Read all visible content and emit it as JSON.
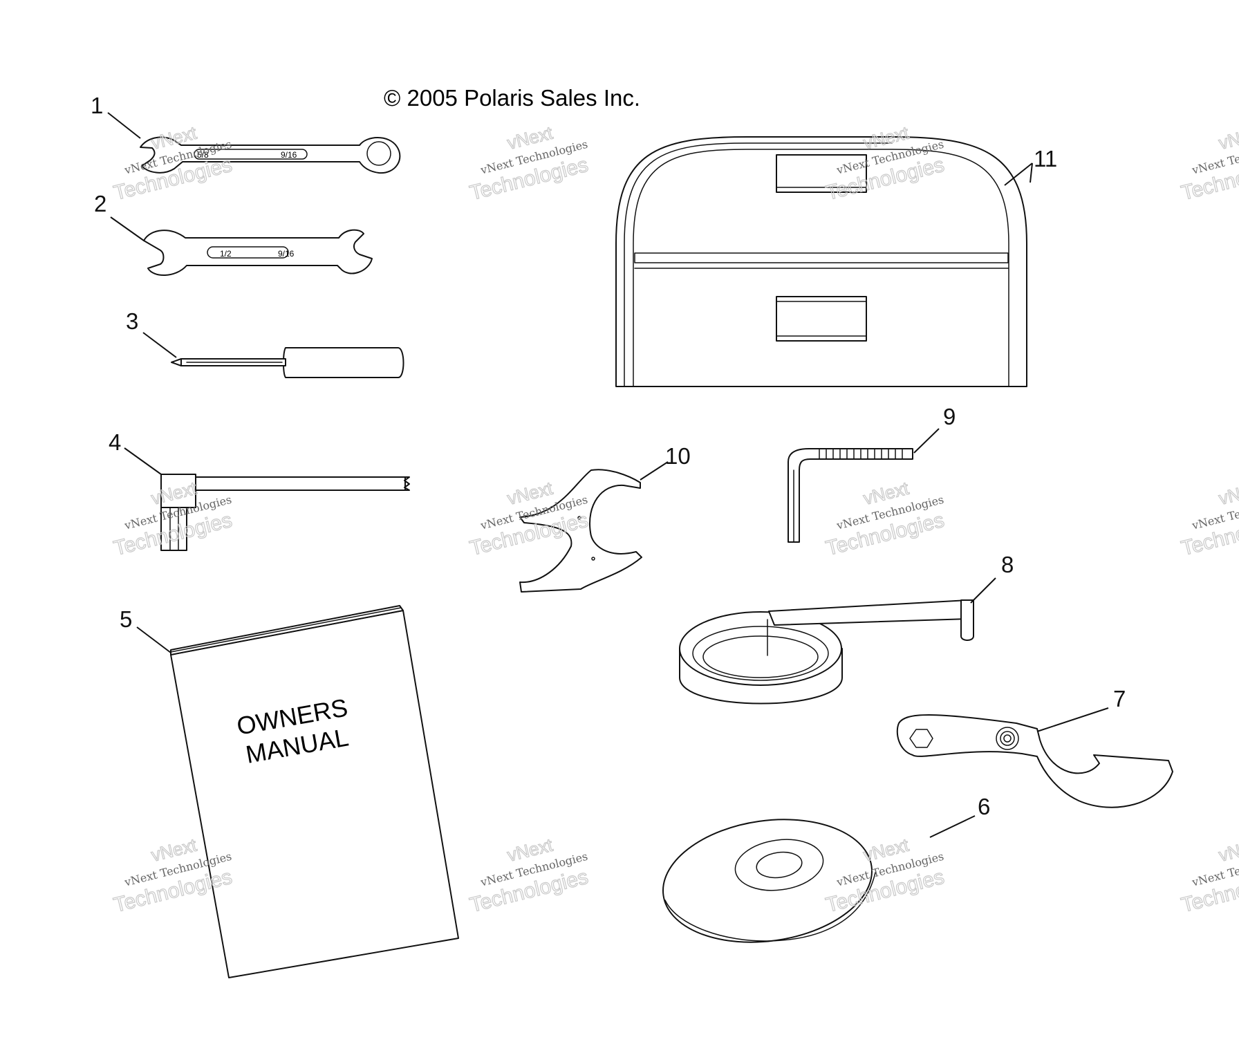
{
  "copyright": "© 2005 Polaris Sales Inc.",
  "watermark": {
    "line0": "vNext",
    "line1": "vNext Technologies",
    "line2": "Technologies"
  },
  "callouts": [
    "1",
    "2",
    "3",
    "4",
    "5",
    "6",
    "7",
    "8",
    "9",
    "10",
    "11"
  ],
  "wrench1_labels": [
    "5/8",
    "9/16"
  ],
  "wrench2_labels": [
    "1/2",
    "9/16"
  ],
  "manual": {
    "line1": "OWNERS",
    "line2": "MANUAL"
  }
}
